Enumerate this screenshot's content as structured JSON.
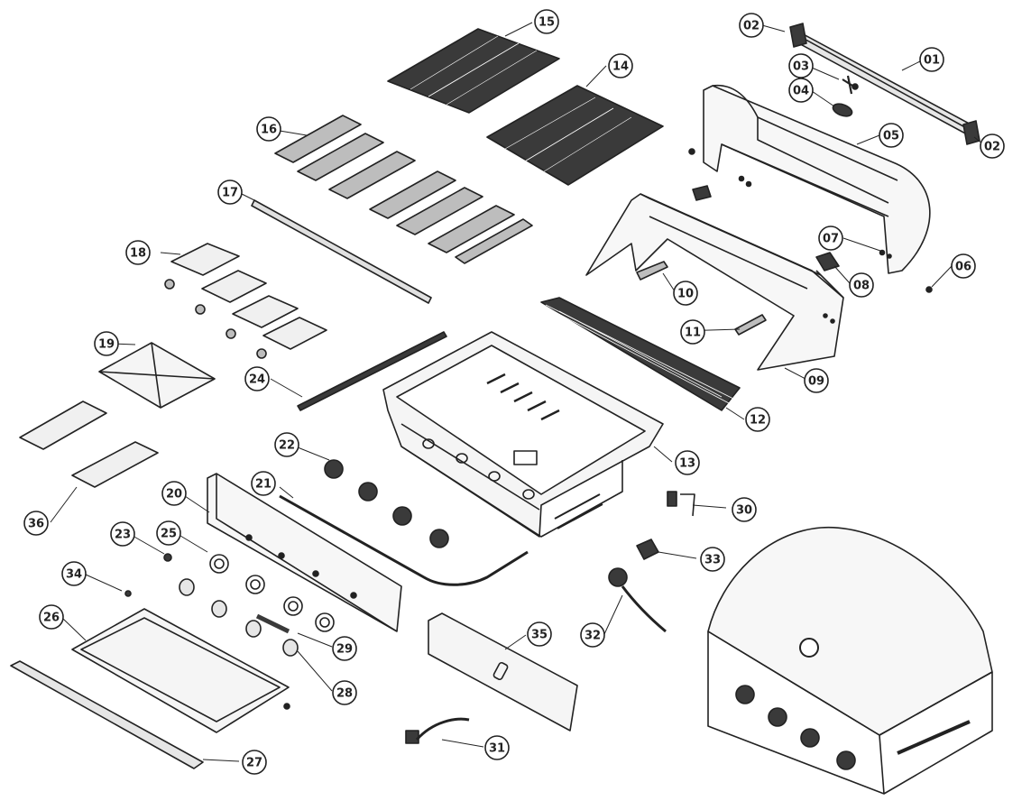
{
  "callouts": [
    {
      "id": "01",
      "label": "01"
    },
    {
      "id": "02a",
      "label": "02"
    },
    {
      "id": "02b",
      "label": "02"
    },
    {
      "id": "03",
      "label": "03"
    },
    {
      "id": "04",
      "label": "04"
    },
    {
      "id": "05",
      "label": "05"
    },
    {
      "id": "06",
      "label": "06"
    },
    {
      "id": "07",
      "label": "07"
    },
    {
      "id": "08",
      "label": "08"
    },
    {
      "id": "09",
      "label": "09"
    },
    {
      "id": "10",
      "label": "10"
    },
    {
      "id": "11",
      "label": "11"
    },
    {
      "id": "12",
      "label": "12"
    },
    {
      "id": "13",
      "label": "13"
    },
    {
      "id": "14",
      "label": "14"
    },
    {
      "id": "15",
      "label": "15"
    },
    {
      "id": "16",
      "label": "16"
    },
    {
      "id": "17",
      "label": "17"
    },
    {
      "id": "18",
      "label": "18"
    },
    {
      "id": "19",
      "label": "19"
    },
    {
      "id": "20",
      "label": "20"
    },
    {
      "id": "21",
      "label": "21"
    },
    {
      "id": "22",
      "label": "22"
    },
    {
      "id": "23",
      "label": "23"
    },
    {
      "id": "24",
      "label": "24"
    },
    {
      "id": "25",
      "label": "25"
    },
    {
      "id": "26",
      "label": "26"
    },
    {
      "id": "27",
      "label": "27"
    },
    {
      "id": "28",
      "label": "28"
    },
    {
      "id": "29",
      "label": "29"
    },
    {
      "id": "30",
      "label": "30"
    },
    {
      "id": "31",
      "label": "31"
    },
    {
      "id": "32",
      "label": "32"
    },
    {
      "id": "33",
      "label": "33"
    },
    {
      "id": "34",
      "label": "34"
    },
    {
      "id": "35",
      "label": "35"
    },
    {
      "id": "36",
      "label": "36"
    }
  ],
  "colors": {
    "line": "#222222",
    "fill_light": "#f2f2f2",
    "fill_mid": "#bdbdbd",
    "fill_dark": "#3a3a3a"
  }
}
